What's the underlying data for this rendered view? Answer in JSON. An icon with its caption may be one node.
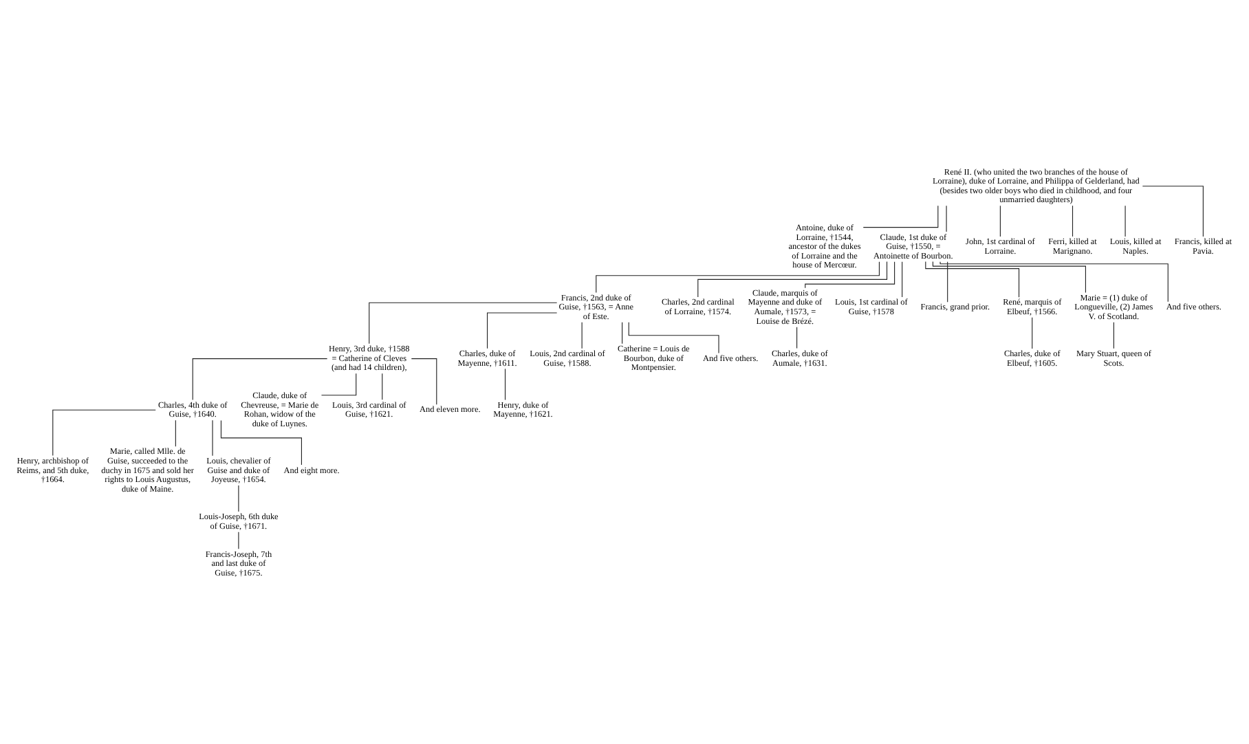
{
  "diagram": {
    "nodes": [
      {
        "text": [
          "René II. (who united the two branches of the house of Lorraine), duke of Lorraine, and Philippa of Gelderland, had (besides two older boys who died in childhood, and four unmarried daughters)"
        ]
      },
      {
        "text": [
          "Antoine, duke of Lorraine, †1544, ancestor of the dukes of Lorraine and the house of Mercœur."
        ]
      },
      {
        "text": [
          "Claude, 1st duke of Guise, †1550, = Antoinette of Bourbon."
        ]
      },
      {
        "text": [
          "John, 1st cardinal of Lorraine."
        ]
      },
      {
        "text": [
          "Ferri, killed at Marignano."
        ]
      },
      {
        "text": [
          "Louis, killed at Naples."
        ]
      },
      {
        "text": [
          "Francis, killed at Pavia."
        ]
      },
      {
        "text": [
          "Francis, 2nd duke of Guise, †1563, = Anne of Este."
        ]
      },
      {
        "text": [
          "Charles, 2nd cardinal of Lorraine, †1574."
        ]
      },
      {
        "text": [
          "Claude, marquis of Mayenne and duke of Aumale, †1573, = Louise de Brézé."
        ]
      },
      {
        "text": [
          "Louis, 1st cardinal of Guise, †1578"
        ]
      },
      {
        "text": [
          "Francis, grand prior."
        ]
      },
      {
        "text": [
          "René, marquis of Elbeuf, †1566."
        ]
      },
      {
        "text": [
          "Marie = (1) duke of Longueville, (2) James V. of Scotland."
        ]
      },
      {
        "text": [
          "And five others."
        ]
      },
      {
        "text": [
          "Charles, duke of Aumale, †1631."
        ]
      },
      {
        "text": [
          "Charles, duke of Elbeuf, †1605."
        ]
      },
      {
        "text": [
          "Mary Stuart, queen of Scots."
        ]
      },
      {
        "text": [
          "Henry, 3rd duke, †1588 = Catherine of Cleves (and had 14 children),"
        ]
      },
      {
        "text": [
          "Charles, duke of Mayenne, †1611."
        ]
      },
      {
        "text": [
          "Louis, 2nd cardinal of Guise, †1588."
        ]
      },
      {
        "text": [
          "Catherine = Louis de Bourbon, duke of Montpensier."
        ]
      },
      {
        "text": [
          "And five others."
        ]
      },
      {
        "text": [
          "Henry, duke of Mayenne, †1621."
        ]
      },
      {
        "text": [
          "Charles, 4th duke of Guise, †1640."
        ]
      },
      {
        "text": [
          "Claude, duke of Chevreuse, = Marie de Rohan, widow of the duke of Luynes."
        ]
      },
      {
        "text": [
          "Louis, 3rd cardinal of Guise, †1621."
        ]
      },
      {
        "text": [
          "And eleven more."
        ]
      },
      {
        "text": [
          "Henry, archbishop of Reims, and 5th duke, †1664."
        ]
      },
      {
        "text": [
          "Marie, called Mlle. de Guise, succeeded to the duchy in 1675 and sold her rights to Louis Augustus, duke of Maine."
        ]
      },
      {
        "text": [
          "Louis, chevalier of Guise and duke of Joyeuse, †1654."
        ]
      },
      {
        "text": [
          "And eight more."
        ]
      },
      {
        "text": [
          "Louis-Joseph, 6th duke of Guise, †1671."
        ]
      },
      {
        "text": [
          "Francis-Joseph, 7th and last duke of Guise, †1675."
        ]
      }
    ],
    "edges": [
      {
        "from": 0,
        "to": 1,
        "arrow": "none"
      },
      {
        "from": 0,
        "to": 2,
        "arrow": "none"
      },
      {
        "from": 0,
        "to": 3,
        "arrow": "none"
      },
      {
        "from": 0,
        "to": 4,
        "arrow": "none"
      },
      {
        "from": 0,
        "to": 5,
        "arrow": "none"
      },
      {
        "from": 0,
        "to": 6,
        "arrow": "none"
      },
      {
        "from": 2,
        "to": 7,
        "arrow": "none"
      },
      {
        "from": 2,
        "to": 8,
        "arrow": "none"
      },
      {
        "from": 2,
        "to": 9,
        "arrow": "none"
      },
      {
        "from": 2,
        "to": 10,
        "arrow": "none"
      },
      {
        "from": 2,
        "to": 11,
        "arrow": "none"
      },
      {
        "from": 2,
        "to": 12,
        "arrow": "none"
      },
      {
        "from": 2,
        "to": 13,
        "arrow": "none"
      },
      {
        "from": 2,
        "to": 14,
        "arrow": "none"
      },
      {
        "from": 9,
        "to": 15,
        "arrow": "none"
      },
      {
        "from": 12,
        "to": 16,
        "arrow": "none"
      },
      {
        "from": 13,
        "to": 17,
        "arrow": "none"
      },
      {
        "from": 7,
        "to": 18,
        "arrow": "none"
      },
      {
        "from": 7,
        "to": 19,
        "arrow": "none"
      },
      {
        "from": 7,
        "to": 20,
        "arrow": "none"
      },
      {
        "from": 7,
        "to": 21,
        "arrow": "none"
      },
      {
        "from": 7,
        "to": 22,
        "arrow": "none"
      },
      {
        "from": 19,
        "to": 23,
        "arrow": "none"
      },
      {
        "from": 18,
        "to": 24,
        "arrow": "none"
      },
      {
        "from": 18,
        "to": 25,
        "arrow": "none"
      },
      {
        "from": 18,
        "to": 26,
        "arrow": "none"
      },
      {
        "from": 18,
        "to": 27,
        "arrow": "none"
      },
      {
        "from": 24,
        "to": 28,
        "arrow": "none"
      },
      {
        "from": 24,
        "to": 29,
        "arrow": "none"
      },
      {
        "from": 24,
        "to": 30,
        "arrow": "none"
      },
      {
        "from": 24,
        "to": 31,
        "arrow": "none"
      },
      {
        "from": 30,
        "to": 32,
        "arrow": "none"
      },
      {
        "from": 32,
        "to": 33,
        "arrow": "none"
      }
    ]
  }
}
